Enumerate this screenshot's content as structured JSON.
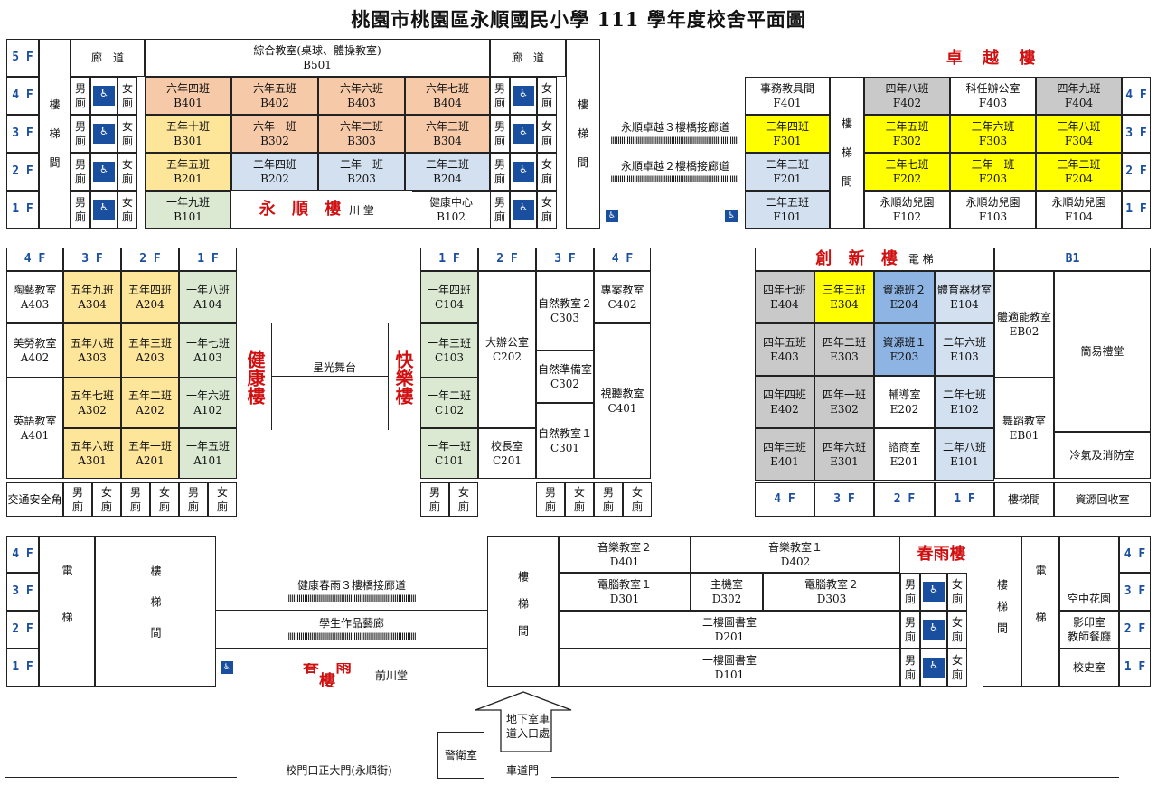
{
  "title": "桃園市桃園區永順國民小學 111 學年度校舍平面圖",
  "floors": {
    "f5": "5 F",
    "f4": "4 F",
    "f3": "3 F",
    "f2": "2 F",
    "f1": "1 F"
  },
  "common": {
    "stairs": "樓梯間",
    "stairs_short": "樓",
    "stairs2": "梯",
    "stairs3": "間",
    "corridor": "廊　道",
    "male": "男廁",
    "female": "女廁",
    "male1": "男",
    "male2": "廁",
    "female1": "女",
    "female2": "廁",
    "accessible": "♿",
    "elevator": "電梯"
  },
  "yongshun": {
    "b501_name": "綜合教室(桌球、體操教室)",
    "b501_id": "B501",
    "rooms": [
      [
        "六年四班",
        "B401"
      ],
      [
        "六年五班",
        "B402"
      ],
      [
        "六年六班",
        "B403"
      ],
      [
        "六年七班",
        "B404"
      ],
      [
        "五年十班",
        "B301"
      ],
      [
        "六年一班",
        "B302"
      ],
      [
        "六年二班",
        "B303"
      ],
      [
        "六年三班",
        "B304"
      ],
      [
        "五年五班",
        "B201"
      ],
      [
        "二年四班",
        "B202"
      ],
      [
        "二年一班",
        "B203"
      ],
      [
        "二年二班",
        "B204"
      ],
      [
        "一年九班",
        "B101"
      ]
    ],
    "name": "永 順 樓",
    "hall": "川 堂",
    "health": "健康中心",
    "health_id": "B102"
  },
  "bridge": {
    "b3": "永順卓越３樓橋接廊道",
    "b2": "永順卓越２樓橋接廊道",
    "pattern": "ⅢⅢⅢⅢⅢⅢⅢⅢⅢⅢⅢⅢⅢⅢⅢⅢⅢⅢⅢⅢⅢⅢⅢⅢ"
  },
  "zhuoyue": {
    "name": "卓 越 樓",
    "rooms": [
      [
        "事務教具間",
        "F401"
      ],
      [
        "四年八班",
        "F402"
      ],
      [
        "科任辦公室",
        "F403"
      ],
      [
        "四年九班",
        "F404"
      ],
      [
        "三年四班",
        "F301"
      ],
      [
        "三年五班",
        "F302"
      ],
      [
        "三年六班",
        "F303"
      ],
      [
        "三年八班",
        "F304"
      ],
      [
        "二年三班",
        "F201"
      ],
      [
        "三年七班",
        "F202"
      ],
      [
        "三年一班",
        "F203"
      ],
      [
        "三年二班",
        "F204"
      ],
      [
        "二年五班",
        "F101"
      ],
      [
        "永順幼兒園",
        "F102"
      ],
      [
        "永順幼兒園",
        "F103"
      ],
      [
        "永順幼兒園",
        "F104"
      ]
    ]
  },
  "jiankang": {
    "floors": [
      "4 F",
      "3 F",
      "2 F",
      "1 F"
    ],
    "a4": [
      [
        "陶藝教室",
        "A403"
      ],
      [
        "美勞教室",
        "A402"
      ],
      [
        "英語教室",
        "A401"
      ]
    ],
    "a3": [
      [
        "五年九班",
        "A304"
      ],
      [
        "五年八班",
        "A303"
      ],
      [
        "五年七班",
        "A302"
      ],
      [
        "五年六班",
        "A301"
      ]
    ],
    "a2": [
      [
        "五年四班",
        "A204"
      ],
      [
        "五年三班",
        "A203"
      ],
      [
        "五年二班",
        "A202"
      ],
      [
        "五年一班",
        "A201"
      ]
    ],
    "a1": [
      [
        "一年八班",
        "A104"
      ],
      [
        "一年七班",
        "A103"
      ],
      [
        "一年六班",
        "A102"
      ],
      [
        "一年五班",
        "A101"
      ]
    ],
    "traffic": "交通安全角",
    "name": "健康樓",
    "stage": "星光舞台"
  },
  "kuaile": {
    "name": "快樂樓",
    "floors": [
      "1 F",
      "2 F",
      "3 F",
      "4 F"
    ],
    "c1": [
      [
        "一年四班",
        "C104"
      ],
      [
        "一年三班",
        "C103"
      ],
      [
        "一年二班",
        "C102"
      ],
      [
        "一年一班",
        "C101"
      ]
    ],
    "c2": [
      [
        "大辦公室",
        "C202"
      ],
      [
        "校長室",
        "C201"
      ]
    ],
    "c3": [
      [
        "自然教室２",
        "C303"
      ],
      [
        "自然準備室",
        "C302"
      ],
      [
        "自然教室１",
        "C301"
      ]
    ],
    "c4": [
      [
        "專案教室",
        "C402"
      ],
      [
        "視聽教室",
        "C401"
      ]
    ]
  },
  "chuangxin": {
    "name": "創 新 樓",
    "elev": "電 梯",
    "b1": "B1",
    "rooms": [
      [
        "四年七班",
        "E404"
      ],
      [
        "三年三班",
        "E304"
      ],
      [
        "資源班２",
        "E204"
      ],
      [
        "體育器材室",
        "E104"
      ],
      [
        "四年五班",
        "E403"
      ],
      [
        "四年二班",
        "E303"
      ],
      [
        "資源班１",
        "E203"
      ],
      [
        "二年六班",
        "E103"
      ],
      [
        "四年四班",
        "E402"
      ],
      [
        "四年一班",
        "E302"
      ],
      [
        "輔導室",
        "E202"
      ],
      [
        "二年七班",
        "E102"
      ],
      [
        "四年三班",
        "E401"
      ],
      [
        "四年六班",
        "E301"
      ],
      [
        "諮商室",
        "E201"
      ],
      [
        "二年八班",
        "E101"
      ]
    ],
    "eb02": "體適能教室",
    "eb02_id": "EB02",
    "eb01": "舞蹈教室",
    "eb01_id": "EB01",
    "simple_hall": "簡易禮堂",
    "ac_room": "冷氣及消防室",
    "recycle": "資源回收室",
    "floors": [
      "4 F",
      "3 F",
      "2 F",
      "1 F"
    ]
  },
  "chunyu": {
    "name": "春雨樓",
    "name_sp": "春 雨 樓",
    "front_hall": "前川堂",
    "bridge3": "健康春雨３樓橋接廊道",
    "gallery": "學生作品藝廊",
    "rooms": [
      [
        "音樂教室２",
        "D401"
      ],
      [
        "音樂教室１",
        "D402"
      ],
      [
        "電腦教室１",
        "D301"
      ],
      [
        "主機室",
        "D302"
      ],
      [
        "電腦教室２",
        "D303"
      ],
      [
        "二樓圖書室",
        "D201"
      ],
      [
        "一樓圖書室",
        "D101"
      ]
    ],
    "sky_garden": "空中花園",
    "print_room": "影印室",
    "dining": "教師餐廳",
    "history": "校史室"
  },
  "gate": {
    "basement": "地下室車道入口處",
    "guard": "警衛室",
    "main_gate": "校門口正大門(永順街)",
    "car_gate": "車道門"
  }
}
